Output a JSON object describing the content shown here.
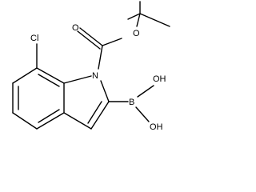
{
  "atom_labels": {
    "oxygen_ester": "O",
    "oxygen_carbonyl": "O",
    "nitrogen": "N",
    "chlorine": "Cl",
    "boron": "B",
    "hydroxyl_upper": "OH",
    "hydroxyl_lower": "OH"
  }
}
